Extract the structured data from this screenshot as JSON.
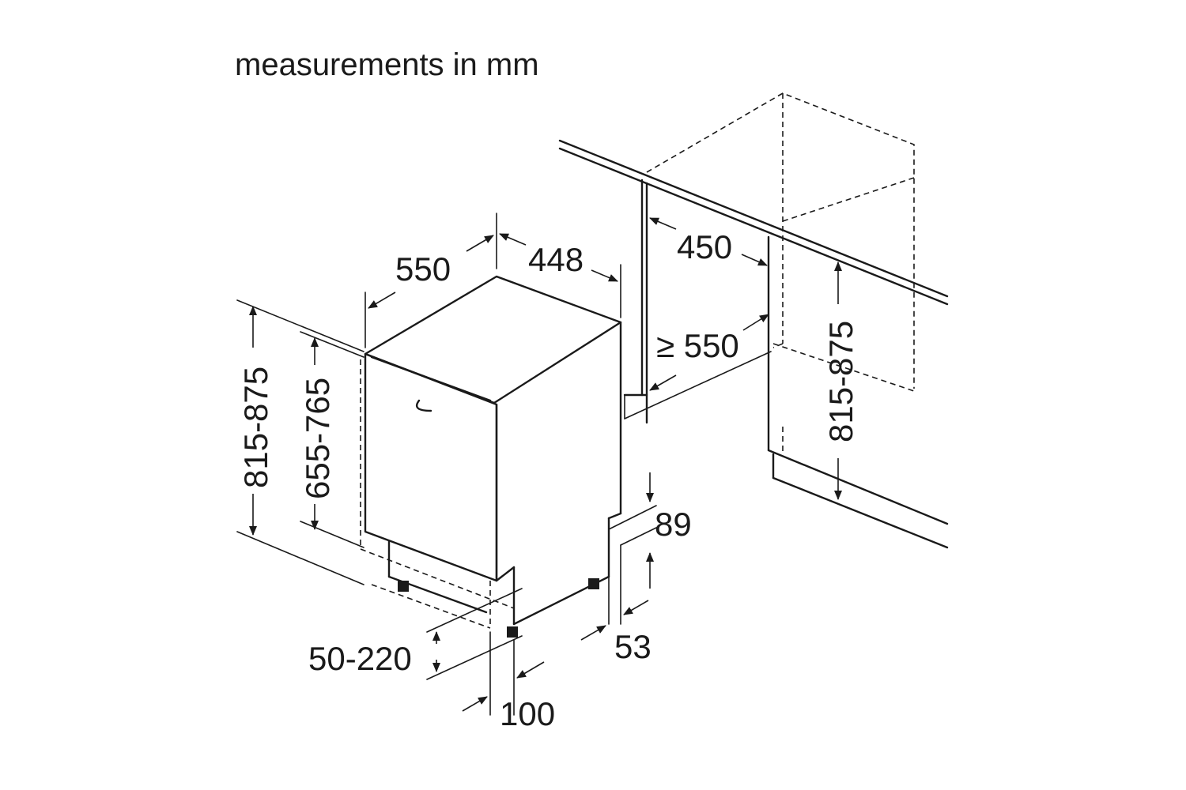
{
  "title": "measurements in mm",
  "labels": {
    "width": "550",
    "depth": "448",
    "total_height": "815-875",
    "door_height": "655-765",
    "niche_depth_top": "450",
    "niche_depth": "≥ 550",
    "niche_height": "815-875",
    "plinth_top": "89",
    "plinth_bottom": "53",
    "plinth_height": "50-220",
    "plinth_offset": "100"
  }
}
